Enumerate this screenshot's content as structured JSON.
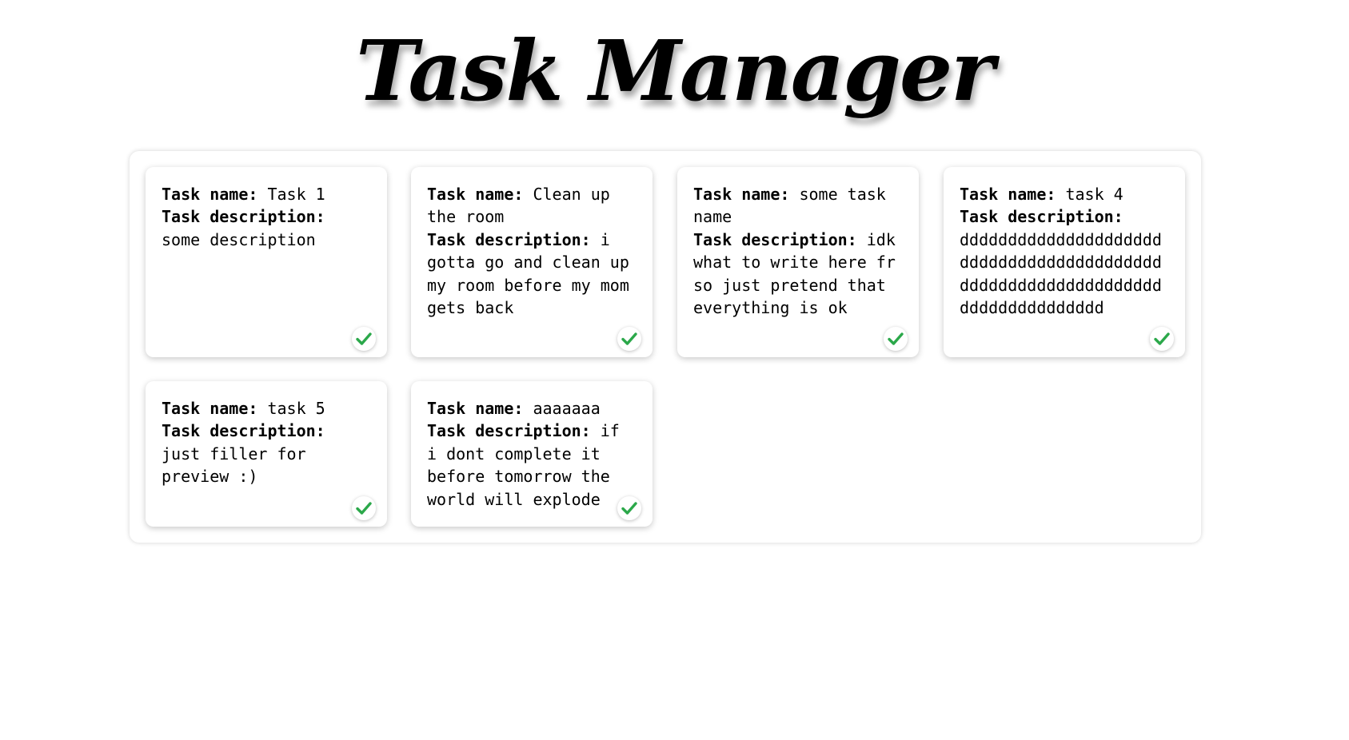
{
  "app": {
    "title": "Task Manager"
  },
  "labels": {
    "task_name": "Task name:",
    "task_description": "Task description:"
  },
  "tasks": [
    {
      "name": "Task 1",
      "description": "some description"
    },
    {
      "name": "Clean up the room",
      "description": "i gotta go and clean up my room before my mom gets back"
    },
    {
      "name": "some task name",
      "description": "idk what to write here fr so just pretend that everything is ok"
    },
    {
      "name": "task 4",
      "description": "dddddddddddddddddddddddddddddddddddddddddddddddddddddddddddddddddddddddddddddd"
    },
    {
      "name": "task 5",
      "description": "just filler for preview :)"
    },
    {
      "name": "aaaaaaa",
      "description": "if i dont complete it before tomorrow the world will explode"
    }
  ],
  "icons": {
    "complete": "checkmark-icon"
  },
  "colors": {
    "check": "#2ba84a",
    "text": "#000000",
    "background": "#ffffff"
  }
}
